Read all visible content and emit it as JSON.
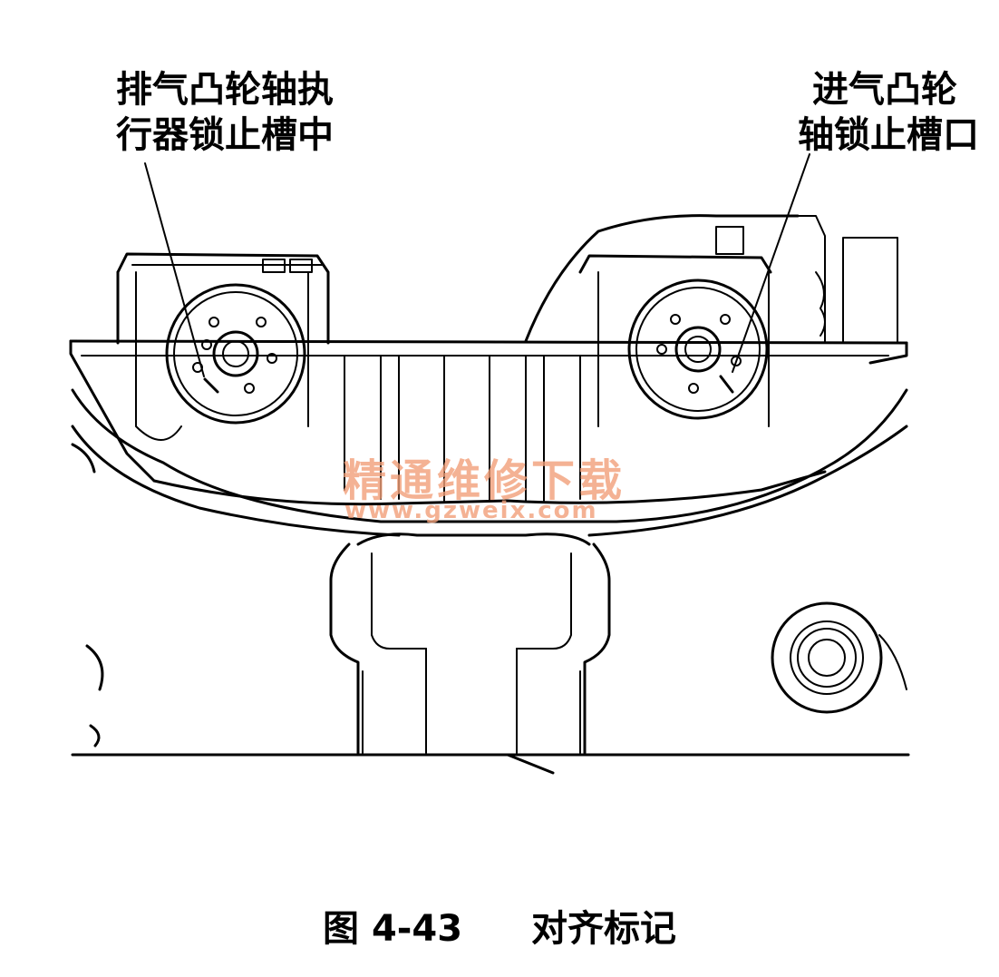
{
  "labels": {
    "exhaust_line1": "排气凸轮轴执",
    "exhaust_line2": "行器锁止槽中",
    "intake_line1": "进气凸轮",
    "intake_line2": "轴锁止槽口"
  },
  "caption": {
    "figure_number": "图 4-43",
    "title": "对齐标记"
  },
  "watermark": {
    "text": "精通维修下载",
    "url": "www.gzweix.com",
    "color": "#f2a07a"
  }
}
